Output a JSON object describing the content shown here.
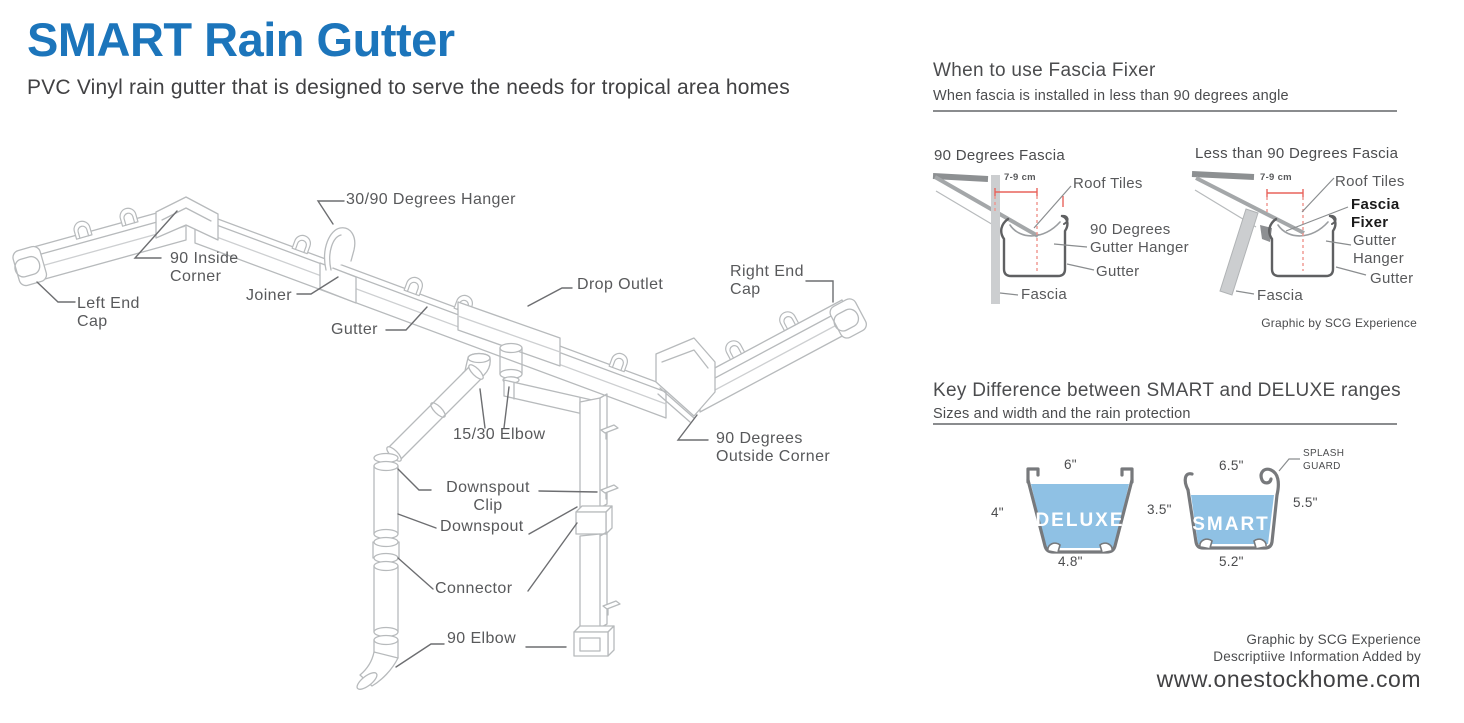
{
  "header": {
    "title": "SMART Rain Gutter",
    "subtitle": "PVC Vinyl rain gutter that is designed to serve the needs for tropical area homes"
  },
  "diagram": {
    "labels": [
      {
        "id": "hanger-3090",
        "text": "30/90 Degrees Hanger"
      },
      {
        "id": "inside-corner-90",
        "text": "90 Inside\nCorner"
      },
      {
        "id": "joiner",
        "text": "Joiner"
      },
      {
        "id": "left-end-cap",
        "text": "Left End\nCap"
      },
      {
        "id": "gutter",
        "text": "Gutter"
      },
      {
        "id": "drop-outlet",
        "text": "Drop Outlet"
      },
      {
        "id": "right-end-cap",
        "text": "Right End\nCap"
      },
      {
        "id": "elbow-1530",
        "text": "15/30 Elbow"
      },
      {
        "id": "outside-corner-90",
        "text": "90 Degrees\nOutside Corner"
      },
      {
        "id": "downspout-clip",
        "text": "Downspout\nClip"
      },
      {
        "id": "downspout",
        "text": "Downspout"
      },
      {
        "id": "connector",
        "text": "Connector"
      },
      {
        "id": "elbow-90",
        "text": "90 Elbow"
      }
    ]
  },
  "fascia_panel": {
    "title": "When to use Fascia Fixer",
    "subtitle": "When fascia is installed in less than 90 degrees angle",
    "left_heading": "90 Degrees Fascia",
    "right_heading": "Less than 90 Degrees Fascia",
    "left": {
      "dimension": "7-9 cm",
      "roof_tiles": "Roof Tiles",
      "hanger": "90 Degrees\nGutter Hanger",
      "gutter": "Gutter",
      "fascia": "Fascia"
    },
    "right": {
      "dimension": "7-9 cm",
      "roof_tiles": "Roof Tiles",
      "fascia_fixer": "Fascia\nFixer",
      "hanger": "Gutter\nHanger",
      "gutter": "Gutter",
      "fascia": "Fascia"
    },
    "credit": "Graphic by SCG Experience"
  },
  "ranges_panel": {
    "title": "Key Difference between SMART and DELUXE ranges",
    "subtitle": "Sizes and width and the rain protection",
    "deluxe": {
      "name": "DELUXE",
      "top_width": "6\"",
      "left_height": "4\"",
      "bottom_width": "4.8\""
    },
    "smart": {
      "name": "SMART",
      "top_width": "6.5\"",
      "left_height": "3.5\"",
      "right_height": "5.5\"",
      "bottom_width": "5.2\"",
      "splash_guard": "SPLASH\nGUARD"
    }
  },
  "footer": {
    "credit_1": "Graphic by SCG Experience",
    "credit_2": "Descriptiive Information Added by",
    "website": "www.onestockhome.com"
  },
  "colors": {
    "brand_blue": "#1c75bb",
    "water_blue": "#8fc1e4",
    "dimension_red": "#e8635c",
    "label_gray": "#58595b"
  }
}
